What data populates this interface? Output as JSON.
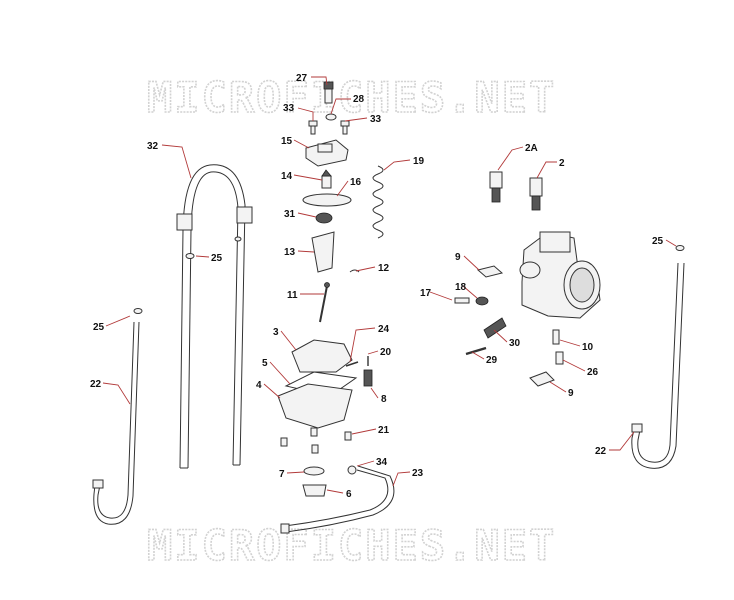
{
  "watermark": {
    "top": "MICROFICHES.NET",
    "bottom": "MICROFICHES.NET"
  },
  "callouts": {
    "c27": "27",
    "c28": "28",
    "c33a": "33",
    "c33b": "33",
    "c15": "15",
    "c14": "14",
    "c16": "16",
    "c31": "31",
    "c13": "13",
    "c11": "11",
    "c12": "12",
    "c19": "19",
    "c3": "3",
    "c24": "24",
    "c5": "5",
    "c20": "20",
    "c4": "4",
    "c8": "8",
    "c21": "21",
    "c7": "7",
    "c34": "34",
    "c6": "6",
    "c23": "23",
    "c32": "32",
    "c25a": "25",
    "c25b": "25",
    "c22a": "22",
    "c2a": "2A",
    "c2": "2",
    "c9a": "9",
    "c17": "17",
    "c18": "18",
    "c30": "30",
    "c10": "10",
    "c29": "29",
    "c26": "26",
    "c9b": "9",
    "c25c": "25",
    "c22b": "22"
  }
}
